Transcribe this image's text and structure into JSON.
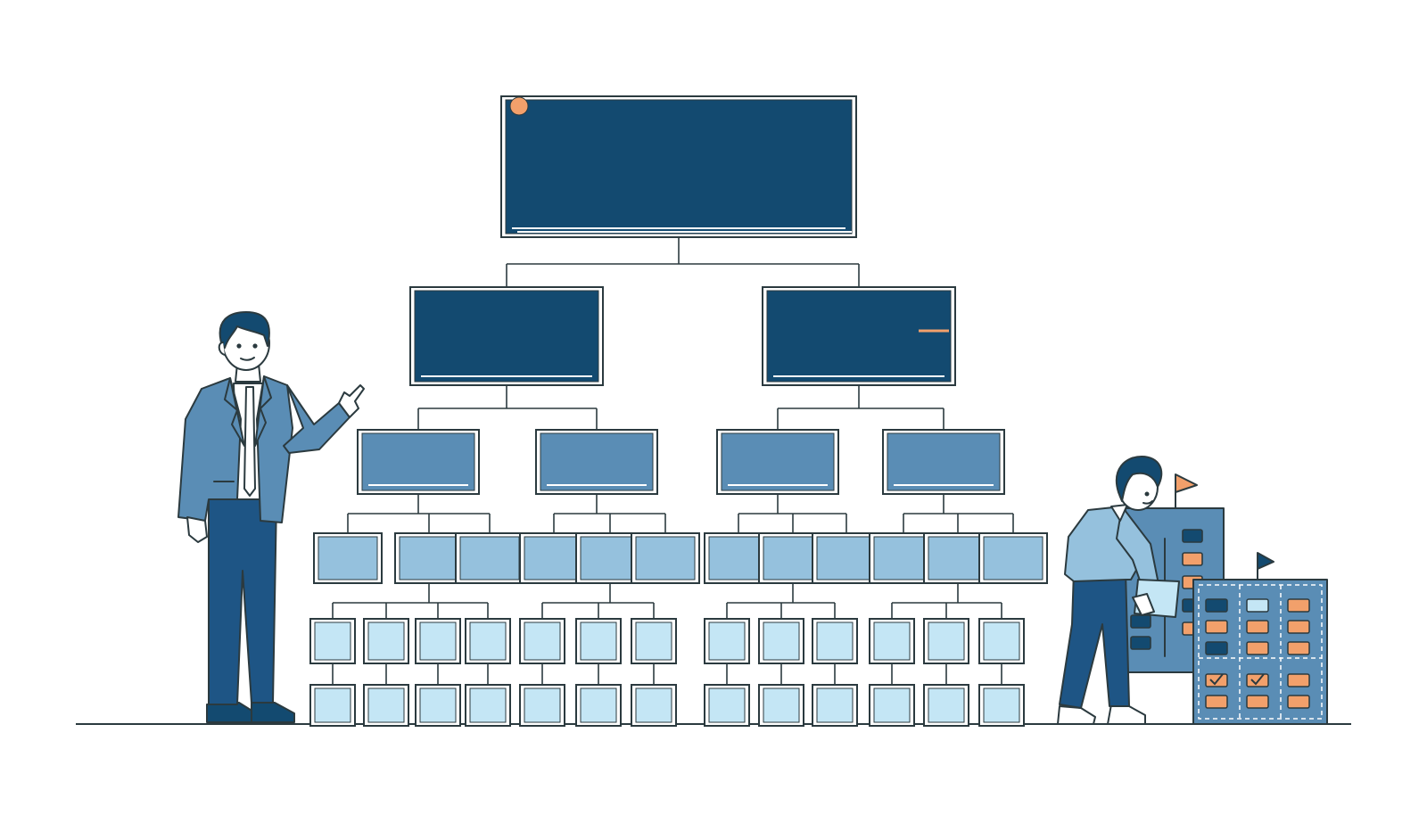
{
  "colors": {
    "background": "#ffffff",
    "outline": "#2b3a3f",
    "navy": "#134a70",
    "steel": "#5a8db5",
    "sky": "#95c1dd",
    "pale": "#c4e6f5",
    "orange": "#f2a06b",
    "white": "#ffffff"
  },
  "hierarchy": {
    "levels": [
      "level-1",
      "level-2",
      "level-3",
      "level-4",
      "level-5",
      "level-6"
    ],
    "node_counts": [
      1,
      2,
      4,
      12,
      13,
      13
    ]
  },
  "icons": {
    "root_marker": "orange-dot-icon",
    "status_flag": "orange-flag-icon",
    "navy_flag": "navy-flag-icon",
    "checkbox": "checkmark-icon"
  },
  "board": {
    "checked_cells": 2
  }
}
